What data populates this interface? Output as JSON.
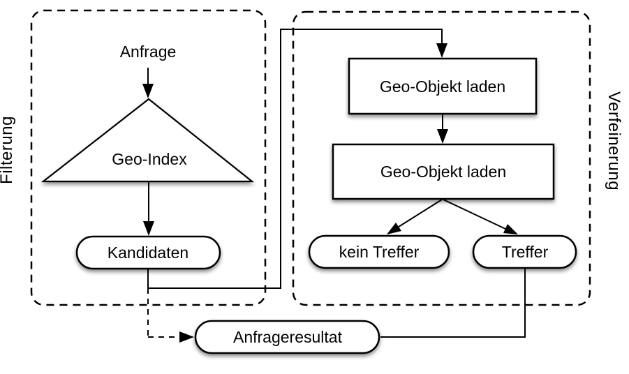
{
  "groups": {
    "filterung": {
      "label": "Filterung"
    },
    "verfeinerung": {
      "label": "Verfeinerung"
    }
  },
  "nodes": {
    "anfrage": {
      "label": "Anfrage",
      "shape": "text"
    },
    "geo_index": {
      "label": "Geo-Index",
      "shape": "triangle"
    },
    "kandidaten": {
      "label": "Kandidaten",
      "shape": "pill"
    },
    "geo_objekt_laden_1": {
      "label": "Geo-Objekt laden",
      "shape": "rect"
    },
    "geo_objekt_laden_2": {
      "label": "Geo-Objekt laden",
      "shape": "rect"
    },
    "kein_treffer": {
      "label": "kein Treffer",
      "shape": "pill"
    },
    "treffer": {
      "label": "Treffer",
      "shape": "pill"
    },
    "anfrageresultat": {
      "label": "Anfrageresultat",
      "shape": "pill"
    }
  },
  "edges": [
    {
      "from": "anfrage",
      "to": "geo_index",
      "style": "solid-arrow"
    },
    {
      "from": "geo_index",
      "to": "kandidaten",
      "style": "solid-arrow"
    },
    {
      "from": "kandidaten",
      "to": "geo_objekt_laden_1",
      "style": "solid-arrow"
    },
    {
      "from": "geo_objekt_laden_1",
      "to": "geo_objekt_laden_2",
      "style": "solid-arrow"
    },
    {
      "from": "geo_objekt_laden_2",
      "to": "kein_treffer",
      "style": "solid-arrow"
    },
    {
      "from": "geo_objekt_laden_2",
      "to": "treffer",
      "style": "solid-arrow"
    },
    {
      "from": "treffer",
      "to": "anfrageresultat",
      "style": "solid-line"
    },
    {
      "from": "kandidaten",
      "to": "anfrageresultat",
      "style": "dashed-arrow"
    }
  ],
  "colors": {
    "stroke": "#000000",
    "node_fill": "#ffffff",
    "background": "#ffffff",
    "shadow": "rgba(0,0,0,0.45)"
  }
}
